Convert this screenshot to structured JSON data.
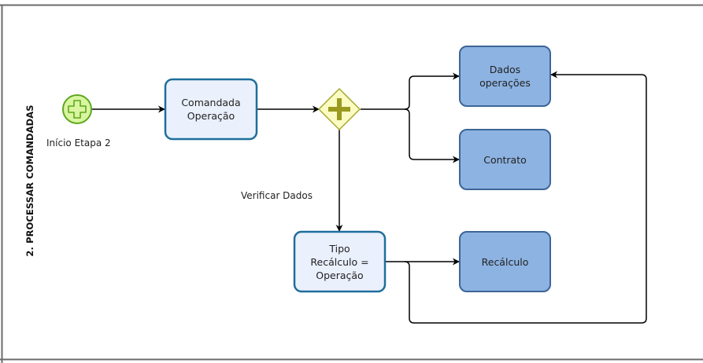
{
  "pool": {
    "lane_title": "2. PROCESSAR COMANDADAS"
  },
  "colors": {
    "start_fill": "#d9f5a0",
    "start_stroke": "#5da81e",
    "task_light_fill": "#eaf0fc",
    "task_light_stroke": "#1f6e9c",
    "task_dark_fill": "#8db3e2",
    "task_dark_stroke": "#3d6597",
    "gateway_fill": "#fbfbc4",
    "gateway_stroke": "#a8a830",
    "gateway_plus": "#9a9a20",
    "lane_border": "#6b6b6b"
  },
  "nodes": {
    "start_event": {
      "label": "Início Etapa 2",
      "icon": "plus-cross-icon"
    },
    "task_comandada": {
      "label": "Comandada\nOperação"
    },
    "gateway_parallel": {
      "icon": "parallel-plus-icon"
    },
    "task_dados_operacoes": {
      "label": "Dados\noperações"
    },
    "task_contrato": {
      "label": "Contrato"
    },
    "task_tipo_recalculo": {
      "label": "Tipo\nRecálculo    =\nOperação"
    },
    "task_recalculo": {
      "label": "Recálculo"
    }
  },
  "flows": {
    "verificar_dados": {
      "label": "Verificar Dados"
    }
  }
}
